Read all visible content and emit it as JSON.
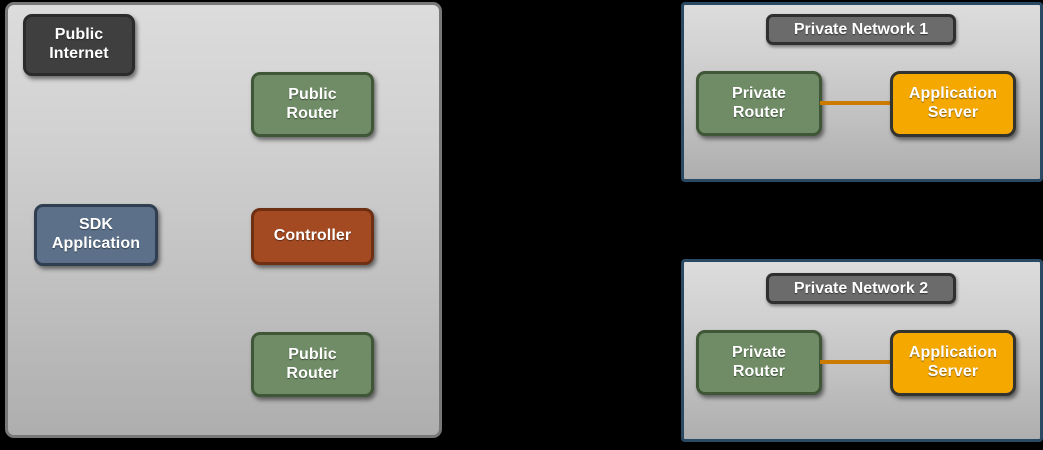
{
  "diagram": {
    "background_color": "#000000",
    "colors": {
      "public_zone_border": "#787878",
      "private_zone_border": "#2a4a63",
      "router_fill": "#6f8c66",
      "router_border": "#3f5637",
      "internet_fill": "#3f3f3f",
      "sdk_fill": "#5c7189",
      "controller_fill": "#a34a22",
      "appserver_fill": "#f5a800",
      "connector": "#cc7a00",
      "zone_title_fill": "#6b6b6b"
    },
    "public_zone": {
      "nodes": [
        {
          "id": "public-internet",
          "label": "Public\nInternet"
        },
        {
          "id": "public-router-top",
          "label": "Public\nRouter"
        },
        {
          "id": "sdk-application",
          "label": "SDK\nApplication"
        },
        {
          "id": "controller",
          "label": "Controller"
        },
        {
          "id": "public-router-bottom",
          "label": "Public\nRouter"
        }
      ]
    },
    "private_zones": [
      {
        "id": "private-network-1",
        "title": "Private Network 1",
        "nodes": [
          {
            "id": "private-router-1",
            "label": "Private\nRouter"
          },
          {
            "id": "application-server-1",
            "label": "Application\nServer"
          }
        ],
        "connector": {
          "from": "private-router-1",
          "to": "application-server-1"
        }
      },
      {
        "id": "private-network-2",
        "title": "Private Network 2",
        "nodes": [
          {
            "id": "private-router-2",
            "label": "Private\nRouter"
          },
          {
            "id": "application-server-2",
            "label": "Application\nServer"
          }
        ],
        "connector": {
          "from": "private-router-2",
          "to": "application-server-2"
        }
      }
    ]
  }
}
